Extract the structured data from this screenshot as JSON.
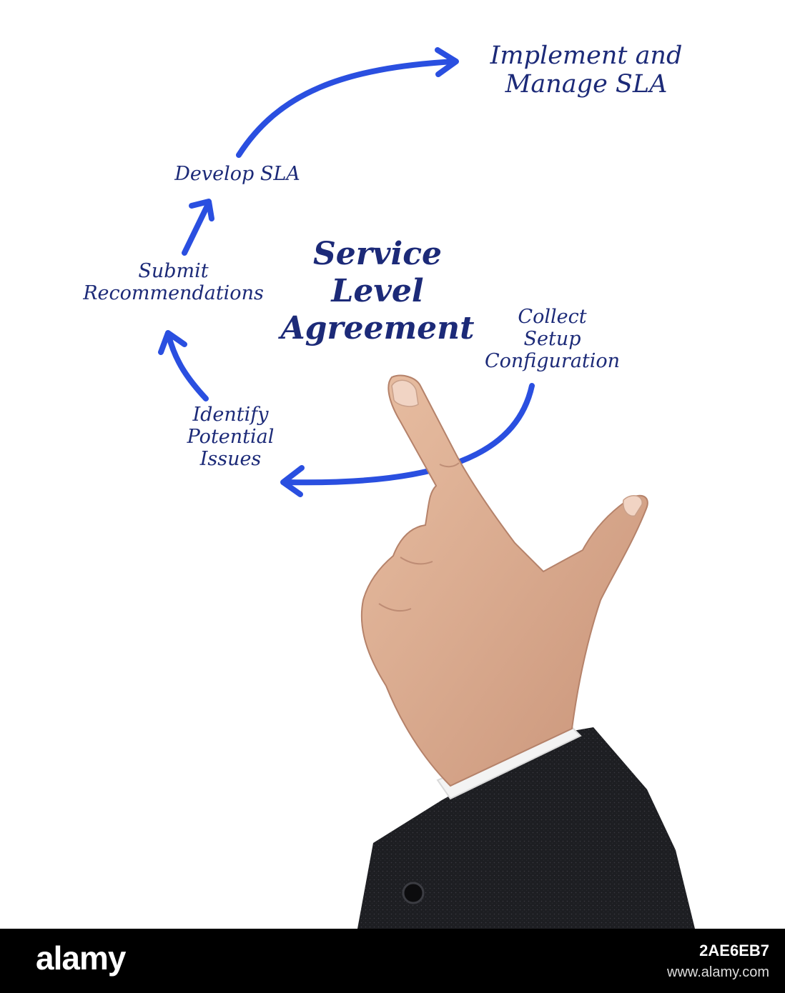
{
  "diagram": {
    "title": [
      "Service",
      "Level",
      "Agreement"
    ],
    "steps": {
      "implement": [
        "Implement and",
        "Manage SLA"
      ],
      "develop": [
        "Develop SLA"
      ],
      "submit": [
        "Submit",
        "Recommendations"
      ],
      "identify": [
        "Identify",
        "Potential",
        "Issues"
      ],
      "collect": [
        "Collect",
        "Setup",
        "Configuration"
      ]
    },
    "colors": {
      "arrow": "#2a4fe0",
      "text": "#1c2a78"
    }
  },
  "footer": {
    "brand": "alamy",
    "image_id": "2AE6EB7",
    "site": "www.alamy.com"
  }
}
